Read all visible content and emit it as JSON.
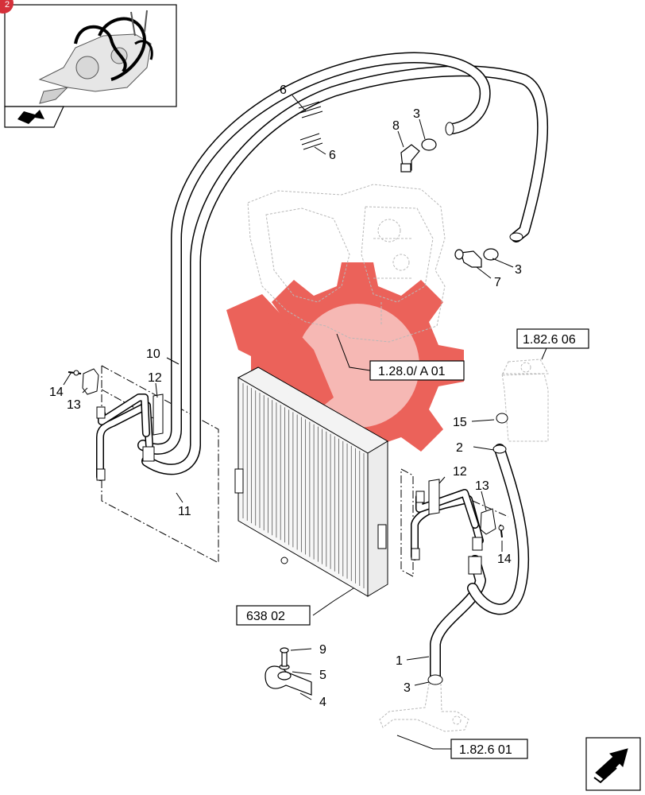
{
  "page_badge": "2",
  "watermark": {
    "color": "#e8473e"
  },
  "callouts": {
    "c1": "1",
    "c2": "2",
    "c3a": "3",
    "c3b": "3",
    "c3c": "3",
    "c4": "4",
    "c5": "5",
    "c6a": "6",
    "c6b": "6",
    "c7": "7",
    "c8": "8",
    "c9": "9",
    "c10": "10",
    "c11": "11",
    "c12a": "12",
    "c12b": "12",
    "c13a": "13",
    "c13b": "13",
    "c14a": "14",
    "c14b": "14",
    "c15": "15"
  },
  "references": {
    "transmission": "1.28.0/  A 01",
    "filter": "1.82.6 06",
    "radiator": "638 02",
    "pipe_lower": "1.82.6 01"
  },
  "icons": {
    "thumbnail": "transmission-thumbnail-icon",
    "back": "previous-page-icon",
    "next": "next-page-icon"
  }
}
